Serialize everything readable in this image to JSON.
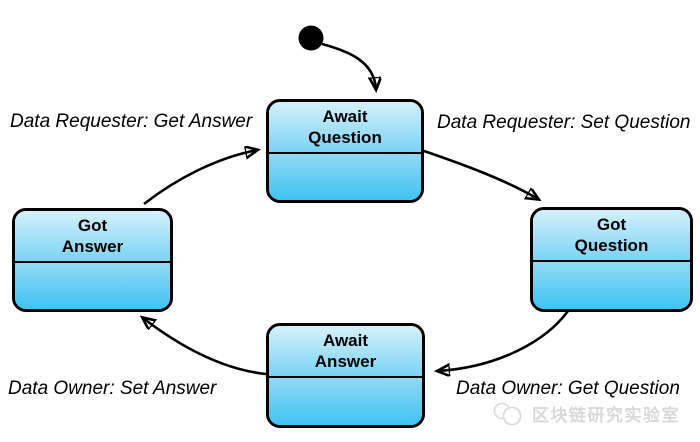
{
  "diagram": {
    "type": "state-machine",
    "states": [
      {
        "id": "await-question",
        "line1": "Await",
        "line2": "Question"
      },
      {
        "id": "got-question",
        "line1": "Got",
        "line2": "Question"
      },
      {
        "id": "await-answer",
        "line1": "Await",
        "line2": "Answer"
      },
      {
        "id": "got-answer",
        "line1": "Got",
        "line2": "Answer"
      }
    ],
    "initial_transition": {
      "from": "initial-state-dot",
      "to": "await-question"
    },
    "transitions": [
      {
        "from": "got-answer",
        "to": "await-question",
        "label": "Data Requester: Get Answer"
      },
      {
        "from": "await-question",
        "to": "got-question",
        "label": "Data Requester: Set Question"
      },
      {
        "from": "await-answer",
        "to": "got-answer",
        "label": "Data Owner: Set Answer"
      },
      {
        "from": "got-question",
        "to": "await-answer",
        "label": "Data Owner: Get Question"
      }
    ],
    "watermark": {
      "icon": "overlapping-circles-logo",
      "text": "区块链研究实验室"
    }
  },
  "colors": {
    "background": "#ffffff",
    "state_fill_top": "#d4f1fc",
    "state_fill_mid": "#7bd3f3",
    "state_fill_bottom": "#3fc3f1",
    "state_border": "#000000",
    "arrow": "#000000",
    "label_text": "#000000",
    "watermark_text": "#d9d9d9"
  }
}
